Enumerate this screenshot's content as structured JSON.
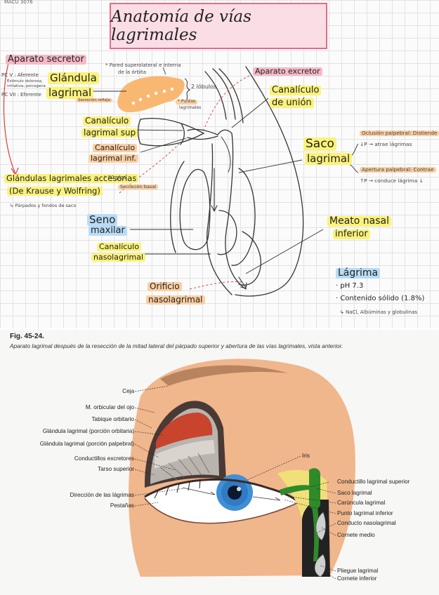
{
  "notes": {
    "corner_code": "MACU 3076",
    "title": "Anatomía de vías lagrimales",
    "aparato_secretor": "Aparato secretor",
    "pc5": "PC V : Aferente",
    "pc5_note_1": "Estimulo dolorosa,",
    "pc5_note_2": "irritativa, psicogena",
    "pc7": "PC VII : Eferente",
    "glandula_lagrimal_1": "Glándula",
    "glandula_lagrimal_2": "lagrimal",
    "secrecion_refleja": "Secreción refleja",
    "pared_note_1": "* Pared superolateral e interna",
    "pared_note_2": "de la órbita",
    "lobulos": "2 lóbulos",
    "puntos_1": "* Puntos",
    "puntos_2": "lagrimales",
    "aparato_excretor": "Aparato excretor",
    "canaliculo_union_1": "Canalículo",
    "canaliculo_union_2": "de unión",
    "canaliculo_sup_1": "Canalículo",
    "canaliculo_sup_2": "lagrimal sup",
    "canaliculo_inf_1": "Canalículo",
    "canaliculo_inf_2": "lagrimal inf.",
    "saco_1": "Saco",
    "saco_2": "lagrimal",
    "oclusion_1": "Oclusión palpebral: Distiende",
    "oclusion_2": "↓P → atrae lágrimas",
    "apertura_1": "Apertura palpebral: Contrae",
    "apertura_2": "↑P → conduce lágrima ↓",
    "glandulas_acc_1": "Glándulas lagrimales accesorias",
    "glandulas_acc_2": "(De Krause y Wolfring)",
    "parpados_note": "↳ Párpados y fondos de saco",
    "cincuenta": "* 50 glgs",
    "secrecion_basal": "Secreción basal",
    "seno_1": "Seno",
    "seno_2": "maxilar",
    "canaliculo_naso_1": "Canalículo",
    "canaliculo_naso_2": "nasolagrimal",
    "meato_1": "Meato nasal",
    "meato_2": "inferior",
    "orificio_1": "Orificio",
    "orificio_2": "nasolagrimal",
    "lagrima": "Lágrima",
    "ph": "· pH 7.3",
    "contenido": "· Contenido sólido (1.8%)",
    "contenido_note": "↳ NaCl, Albúminas y globulinas"
  },
  "figure": {
    "number": "Fig. 45-24.",
    "caption": "Aparato lagrimal después de la resección de la mitad lateral del párpado superior y abertura de las vías lagrimales, vista anterior.",
    "labels_left": [
      "Ceja",
      "M. orbicular del ojo",
      "Tabique orbitario",
      "Glándula lagrimal (porción orbitaria)",
      "Glándula lagrimal (porción palpebral)",
      "Conductillos excretores",
      "Tarso superior",
      "Dirección de las lágrimas",
      "Pestañas"
    ],
    "labels_right": [
      "Iris",
      "Conductillo lagrimal superior",
      "Saco lagrimal",
      "Carúncula lagrimal",
      "Punto lagrimal inferior",
      "Conducto nasolagrimal",
      "Cornete medio",
      "Pliegue lagrimal",
      "Cornete inferior"
    ]
  },
  "colors": {
    "pink": "#f6b9c7",
    "yellow": "#fbf27a",
    "orange": "#f9cfa3",
    "blue": "#b8dcf5",
    "skin": "#f0b68c",
    "gland_red": "#c8442c",
    "sac_green": "#2f8a2a",
    "bone_yellow": "#f1e07a",
    "iris_blue": "#3f8fd6"
  }
}
